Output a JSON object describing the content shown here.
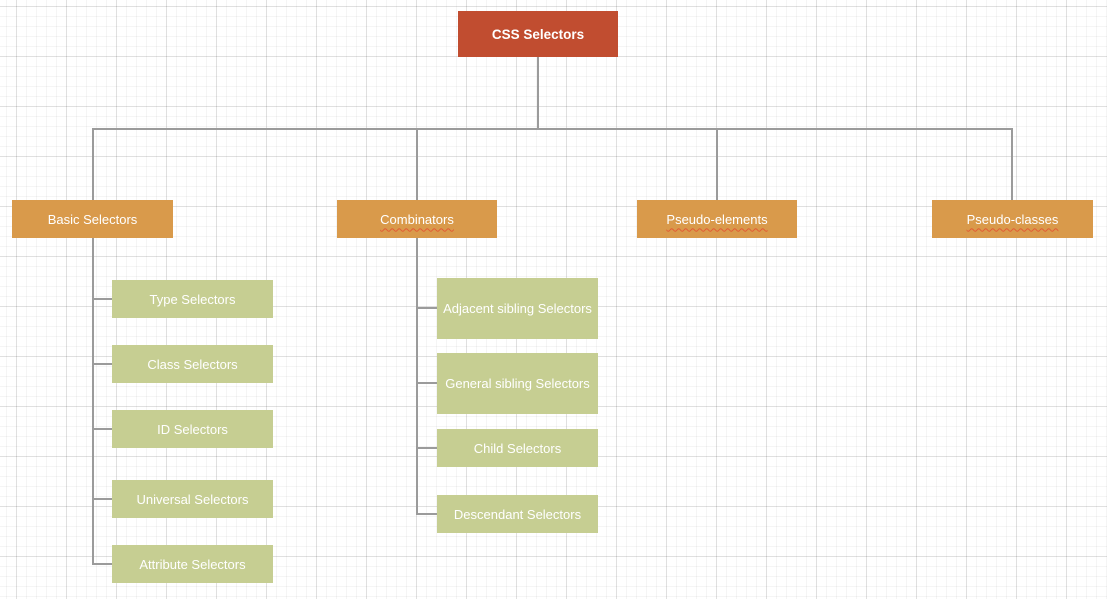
{
  "diagram": {
    "root": {
      "label": "CSS Selectors"
    },
    "level2": [
      {
        "label": "Basic Selectors",
        "misspelled": false,
        "children": [
          {
            "label": "Type Selectors"
          },
          {
            "label": "Class Selectors"
          },
          {
            "label": "ID Selectors"
          },
          {
            "label": "Universal Selectors"
          },
          {
            "label": "Attribute Selectors"
          }
        ]
      },
      {
        "label": "Combinators",
        "misspelled": true,
        "children": [
          {
            "label": "Adjacent sibling Selectors"
          },
          {
            "label": "General sibling Selectors"
          },
          {
            "label": "Child Selectors"
          },
          {
            "label": "Descendant Selectors"
          }
        ]
      },
      {
        "label": "Pseudo-elements",
        "misspelled": true,
        "children": []
      },
      {
        "label": "Pseudo-classes",
        "misspelled": true,
        "children": []
      }
    ]
  },
  "colors": {
    "root_box": "#c14d30",
    "branch_box": "#d99a4b",
    "leaf_box": "#c6ce92",
    "connector": "#9b9b9b",
    "spellcheck_underline": "#e25a33",
    "text": "#ffffff",
    "grid_minor": "#f5f5f5",
    "grid_major": "#e9e9e9",
    "background": "#ffffff"
  }
}
